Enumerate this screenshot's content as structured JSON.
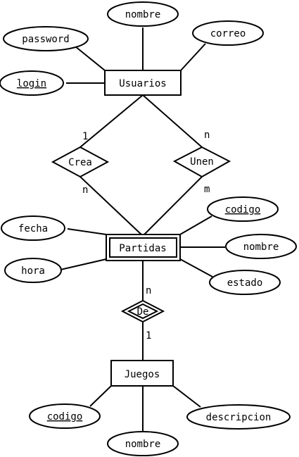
{
  "entities": {
    "usuarios": "Usuarios",
    "partidas": "Partidas",
    "juegos": "Juegos"
  },
  "relationships": {
    "crea": "Crea",
    "unen": "Unen",
    "de": "De"
  },
  "attributes": {
    "usuarios_nombre": "nombre",
    "usuarios_password": "password",
    "usuarios_correo": "correo",
    "usuarios_login": "login",
    "partidas_fecha": "fecha",
    "partidas_hora": "hora",
    "partidas_codigo": "codigo",
    "partidas_nombre": "nombre",
    "partidas_estado": "estado",
    "juegos_codigo": "codigo",
    "juegos_nombre": "nombre",
    "juegos_descripcion": "descripcion"
  },
  "cardinalities": {
    "crea_usuarios": "1",
    "crea_partidas": "n",
    "unen_usuarios": "n",
    "unen_partidas": "m",
    "de_partidas": "n",
    "de_juegos": "1"
  }
}
